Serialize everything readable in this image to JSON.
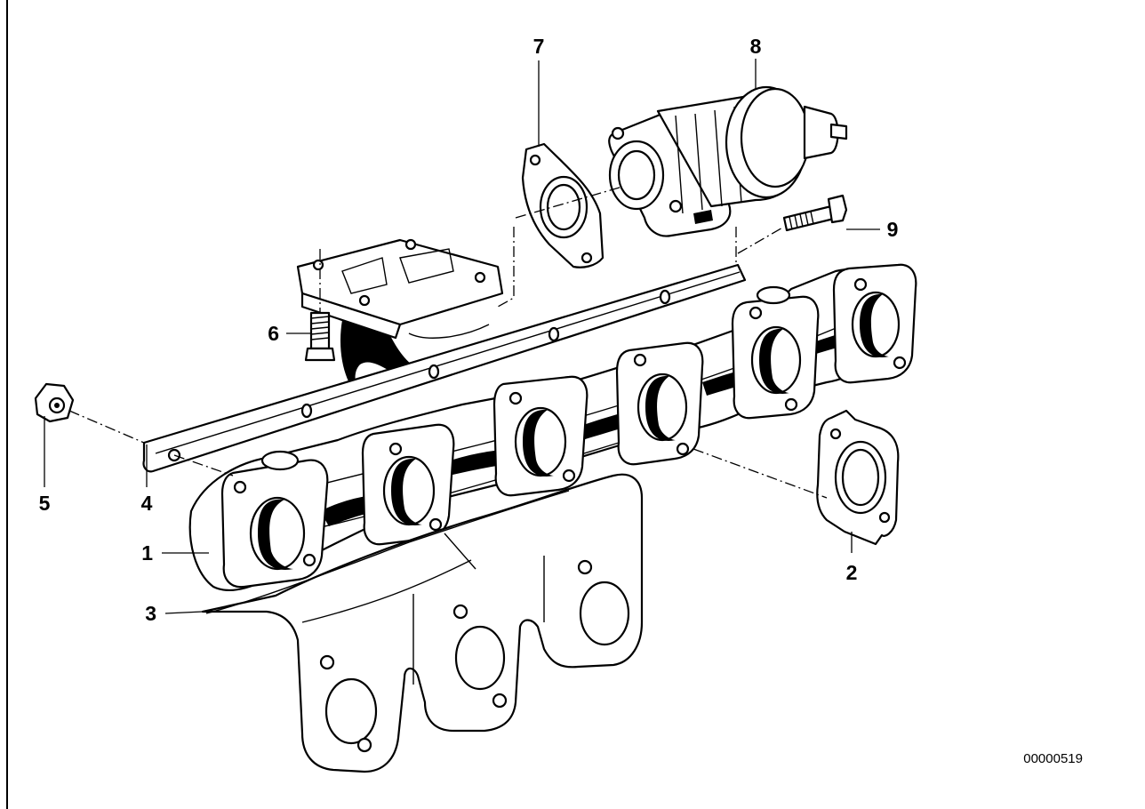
{
  "diagram": {
    "callouts": [
      {
        "id": "1",
        "label": "1"
      },
      {
        "id": "2",
        "label": "2"
      },
      {
        "id": "3",
        "label": "3"
      },
      {
        "id": "4",
        "label": "4"
      },
      {
        "id": "5",
        "label": "5"
      },
      {
        "id": "6",
        "label": "6"
      },
      {
        "id": "7",
        "label": "7"
      },
      {
        "id": "8",
        "label": "8"
      },
      {
        "id": "9",
        "label": "9"
      }
    ],
    "document_number": "00000519"
  }
}
